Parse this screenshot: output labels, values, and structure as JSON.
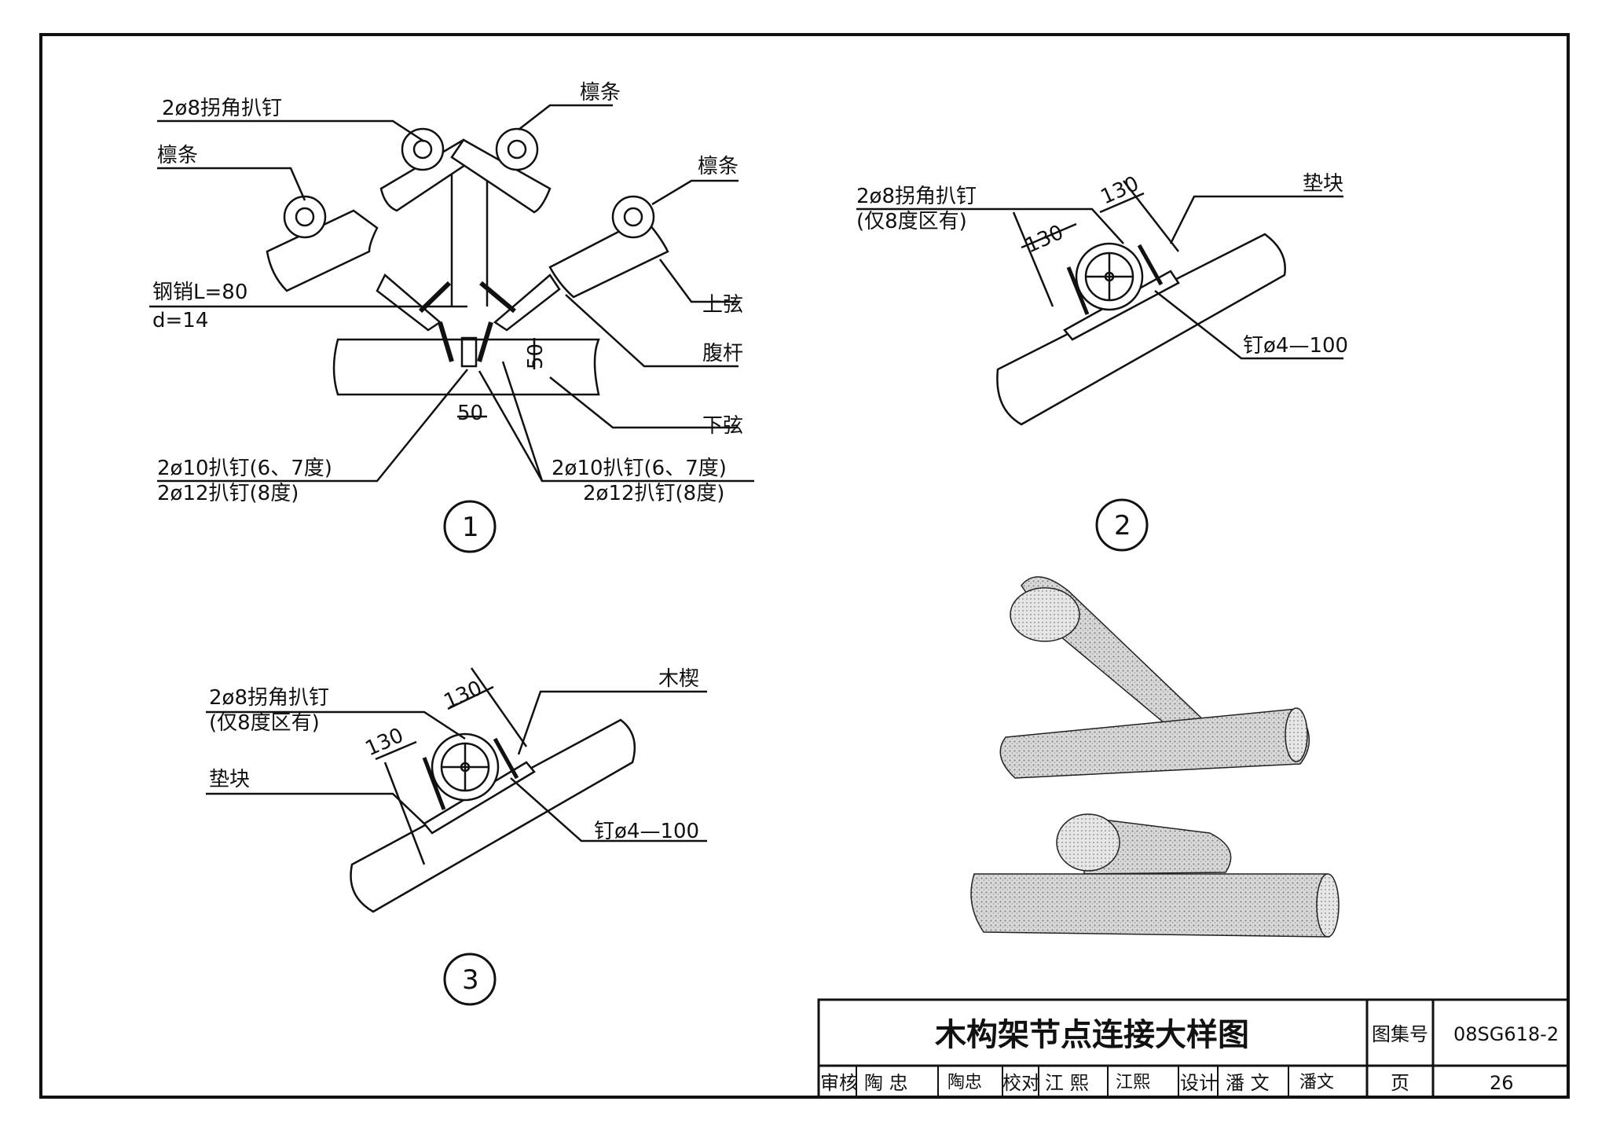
{
  "detail1": {
    "tag": "1",
    "labels": {
      "nail_angle": "2ø8拐角扒钉",
      "purlin_top": "檩条",
      "purlin_left": "檩条",
      "purlin_right": "檩条",
      "pin_l": "钢销L=80",
      "pin_d": "d=14",
      "top_chord": "上弦",
      "web": "腹杆",
      "bottom_chord": "下弦",
      "dim_50_v": "50",
      "dim_50_h": "50",
      "left_nail_1": "2ø10扒钉(6、7度)",
      "left_nail_2": "2ø12扒钉(8度)",
      "right_nail_1": "2ø10扒钉(6、7度)",
      "right_nail_2": "2ø12扒钉(8度)"
    }
  },
  "detail2": {
    "tag": "2",
    "labels": {
      "nail_angle": "2ø8拐角扒钉",
      "note": "(仅8度区有)",
      "dim_a": "130",
      "dim_b": "130",
      "pad": "垫块",
      "nail": "钉ø4—100"
    }
  },
  "detail3": {
    "tag": "3",
    "labels": {
      "nail_angle": "2ø8拐角扒钉",
      "note": "(仅8度区有)",
      "dim_a": "130",
      "dim_b": "130",
      "wedge": "木楔",
      "pad": "垫块",
      "nail": "钉ø4—100"
    }
  },
  "title_block": {
    "title": "木构架节点连接大样图",
    "atlas_label": "图集号",
    "atlas_no": "08SG618-2",
    "review_label": "审核",
    "review_name": "陶 忠",
    "review_sig": "陶忠",
    "check_label": "校对",
    "check_name": "江 熙",
    "check_sig": "江熙",
    "design_label": "设计",
    "design_name": "潘 文",
    "design_sig": "潘文",
    "page_label": "页",
    "page_no": "26"
  },
  "colors": {
    "ink": "#111111",
    "paper": "#ffffff",
    "stipple": "#8a8a8a"
  }
}
